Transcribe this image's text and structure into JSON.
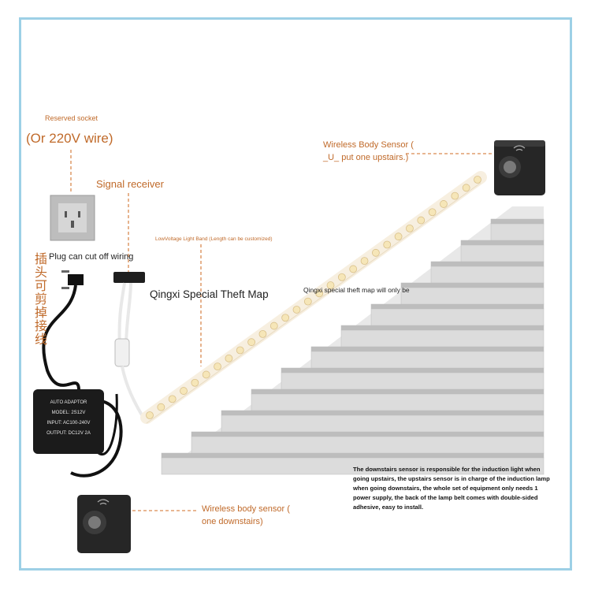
{
  "labels": {
    "reserved_socket": "Reserved socket",
    "or_220v": "(Or 220V wire)",
    "signal_receiver": "Signal receiver",
    "light_band": "LowVoltage Light Band  (Length can be customized)",
    "plug_cut": "Plug can cut off wiring",
    "chinese_plug": "插头可剪掉接线",
    "theft_map": "Qingxi Special Theft Map",
    "theft_note": "Qingxi special theft map will only be",
    "upstairs_sensor_line1": "Wireless Body Sensor (",
    "upstairs_sensor_line2": "_U_ put one upstairs.)",
    "downstairs_sensor_line1": "Wireless body sensor (",
    "downstairs_sensor_line2": "one downstairs)",
    "description": "The downstairs sensor is responsible for the induction light when going upstairs, the upstairs sensor is in charge of the induction lamp when going downstairs, the whole set of equipment only needs 1 power supply, the back of the lamp belt comes with double-sided adhesive, easy to install."
  },
  "adapter": {
    "line1": "AUTO ADAPTOR",
    "line2": "MODEL: 2S12V",
    "line3": "INPUT: AC100-240V",
    "line4": "OUTPUT: DC12V 2A"
  },
  "colors": {
    "accent": "#c06a2a",
    "frame": "#9dd0e6",
    "stairs": "#c9c9c9",
    "led": "#f6e6b8"
  }
}
